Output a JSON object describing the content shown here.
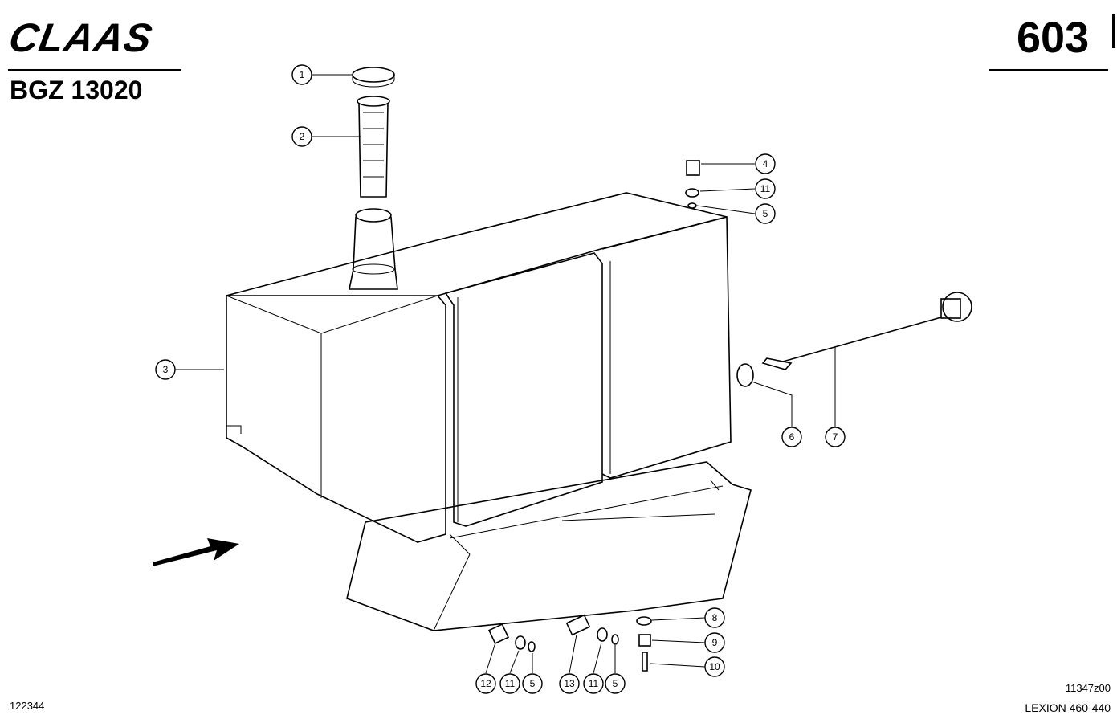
{
  "header": {
    "brand": "CLAAS",
    "group_code": "BGZ 13020",
    "page_number": "603"
  },
  "footer": {
    "ref_number": "122344",
    "drawing_code": "11347z00",
    "model": "LEXION 460-440"
  },
  "callouts": [
    {
      "label": "1"
    },
    {
      "label": "2"
    },
    {
      "label": "3"
    },
    {
      "label": "4"
    },
    {
      "label": "11"
    },
    {
      "label": "5"
    },
    {
      "label": "6"
    },
    {
      "label": "7"
    },
    {
      "label": "8"
    },
    {
      "label": "9"
    },
    {
      "label": "10"
    },
    {
      "label": "12"
    },
    {
      "label": "11"
    },
    {
      "label": "5"
    },
    {
      "label": "13"
    },
    {
      "label": "11"
    },
    {
      "label": "5"
    }
  ]
}
